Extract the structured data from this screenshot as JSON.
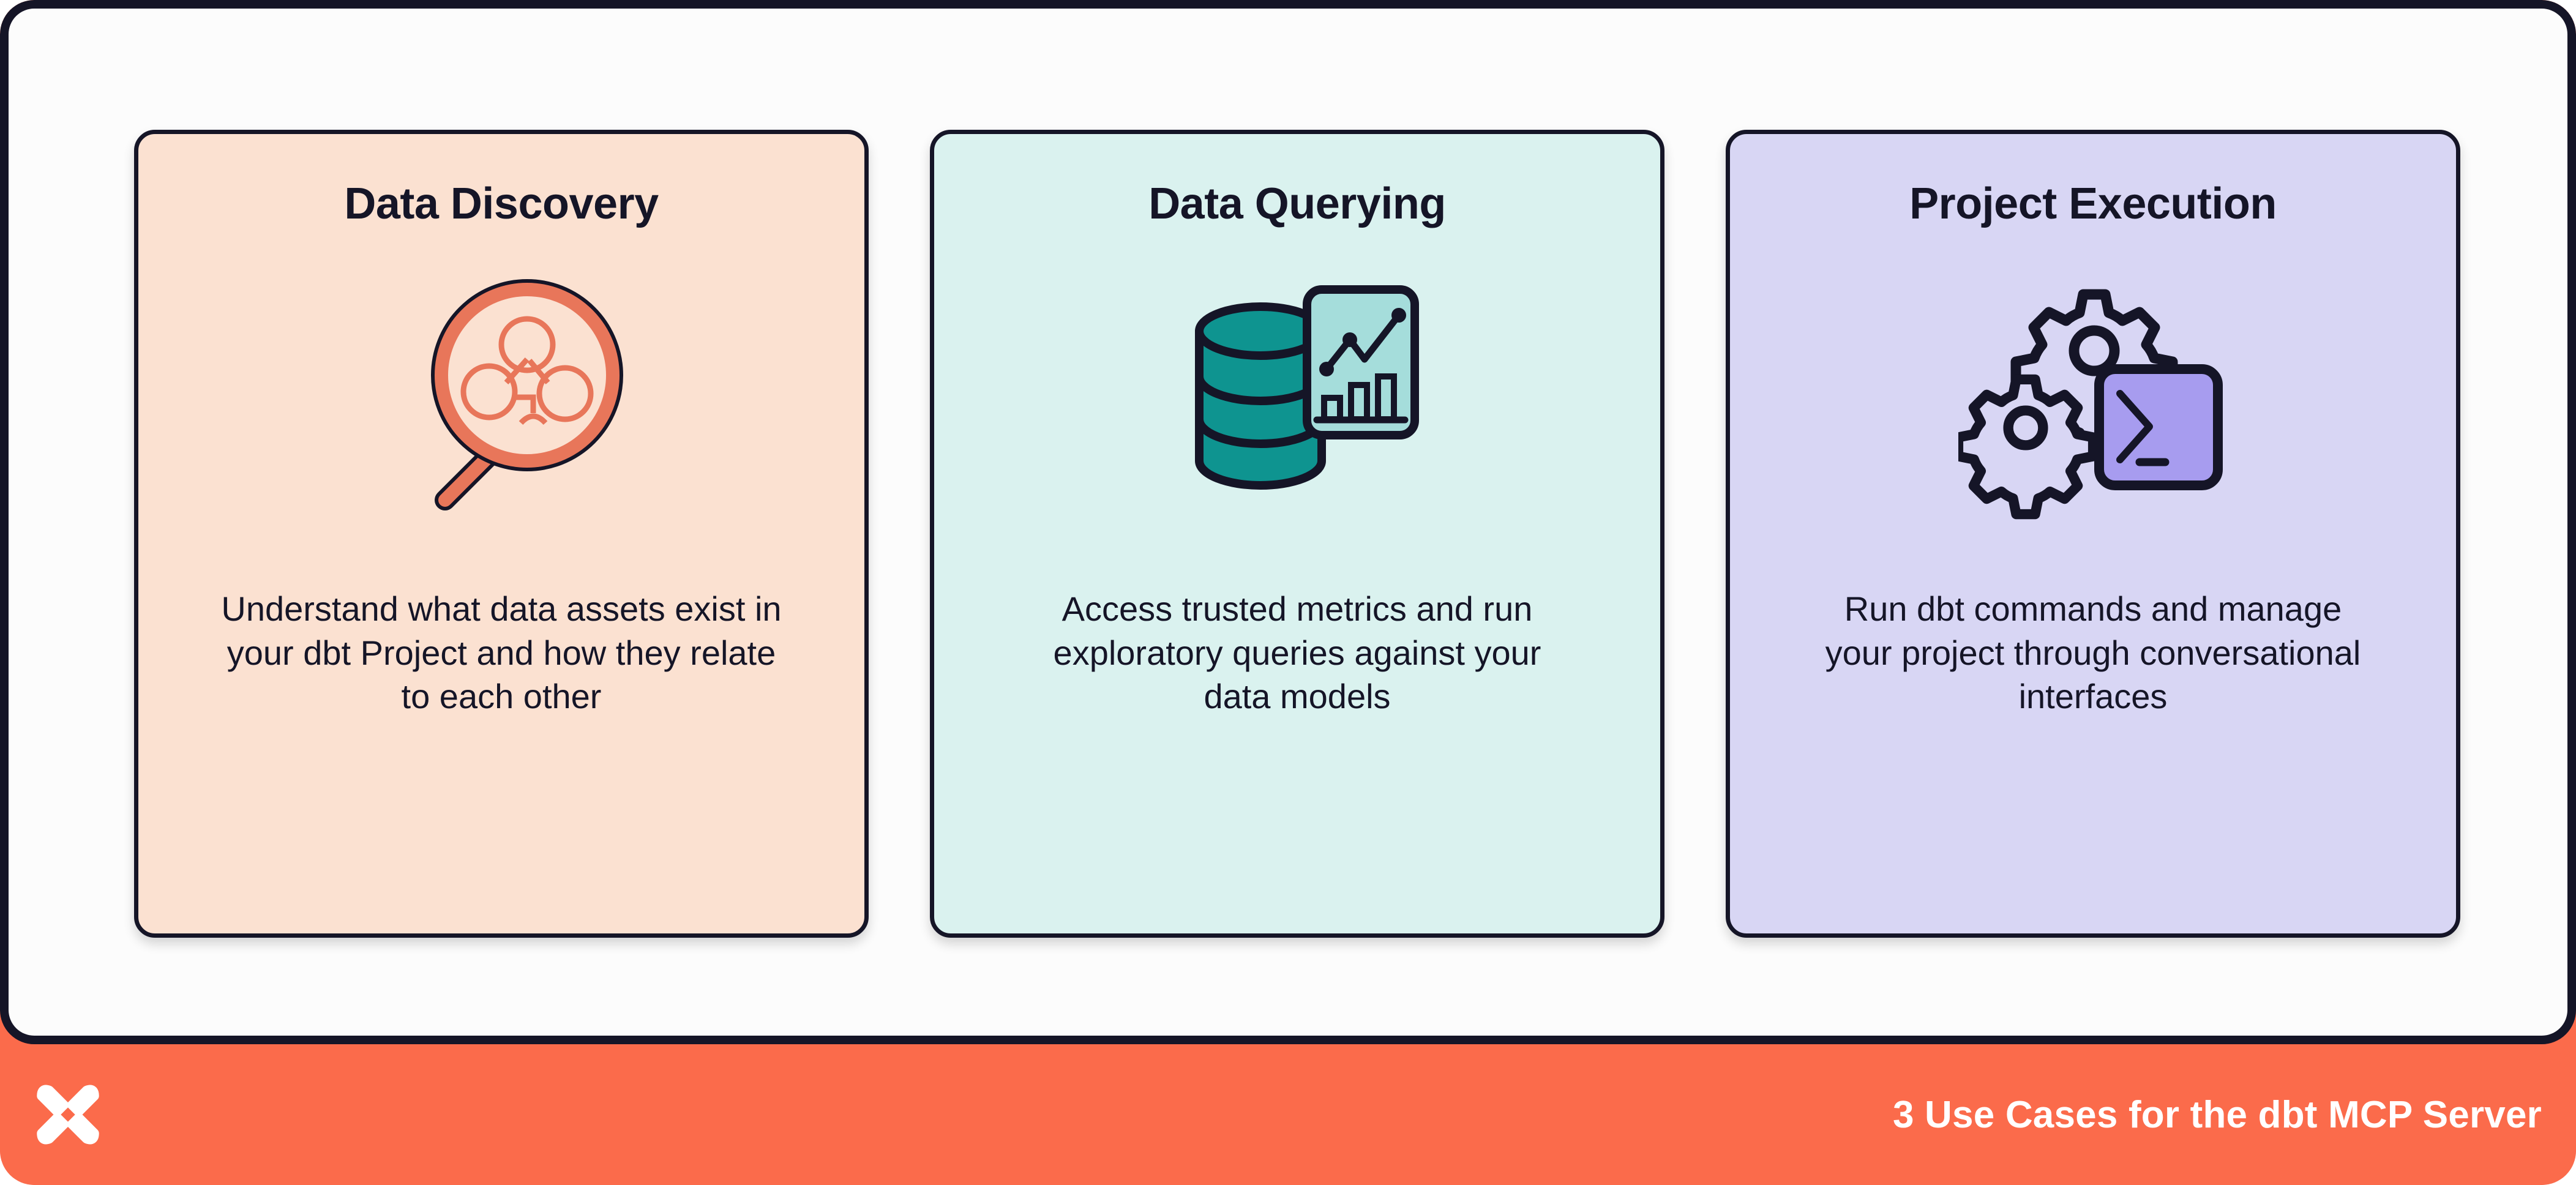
{
  "theme": {
    "ink": "#151527",
    "orange_accent": "#FB6B4B",
    "orange_icon": "#E8765A",
    "teal": "#0E9490",
    "teal_light": "#A5DDDB",
    "purple": "#A79CEF",
    "panel_bg": "#FCFCFC",
    "card1_bg": "#FBE1D1",
    "card2_bg": "#DAF2EF",
    "card3_bg": "#D8D6F4"
  },
  "cards": [
    {
      "id": "data-discovery",
      "title": "Data Discovery",
      "body": "Understand what data assets exist in your dbt Project and how they relate to each other",
      "icon_name": "magnifying-glass-lineage-icon"
    },
    {
      "id": "data-querying",
      "title": "Data Querying",
      "body": "Access trusted metrics and run exploratory queries against your data models",
      "icon_name": "database-chart-icon"
    },
    {
      "id": "project-execution",
      "title": "Project Execution",
      "body": "Run dbt commands and manage your project through conversational interfaces",
      "icon_name": "gears-terminal-icon"
    }
  ],
  "footer": {
    "logo_name": "dbt-logo",
    "text": "3 Use Cases for the dbt MCP Server"
  }
}
